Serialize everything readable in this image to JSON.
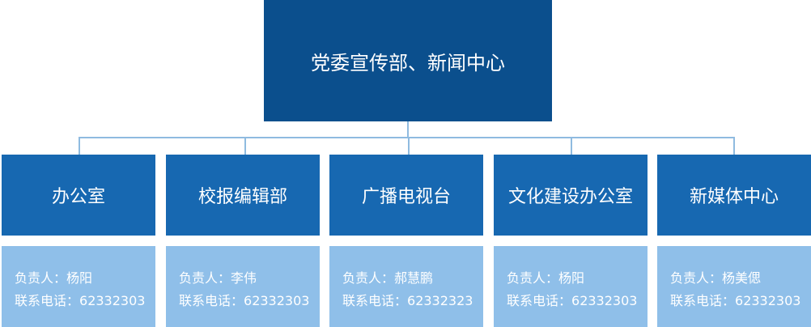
{
  "header": {
    "title": "党委宣传部、新闻中心"
  },
  "departments": [
    {
      "name": "办公室",
      "head_label": "负责人：",
      "head": "杨阳",
      "phone_label": "联系电话：",
      "phone": "62332303"
    },
    {
      "name": "校报编辑部",
      "head_label": "负责人：",
      "head": "李伟",
      "phone_label": "联系电话：",
      "phone": "62332303"
    },
    {
      "name": "广播电视台",
      "head_label": "负责人：",
      "head": "郝慧鹏",
      "phone_label": "联系电话：",
      "phone": "62332323"
    },
    {
      "name": "文化建设办公室",
      "head_label": "负责人：",
      "head": "杨阳",
      "phone_label": "联系电话：",
      "phone": "62332303"
    },
    {
      "name": "新媒体中心",
      "head_label": "负责人：",
      "head": "杨美偲",
      "phone_label": "联系电话：",
      "phone": "62332303"
    }
  ],
  "colors": {
    "top_box": "#0b4f8d",
    "dept_box": "#1768b1",
    "info_box": "#8fbfe9",
    "connector": "#8fbbe0",
    "text": "#ffffff"
  }
}
